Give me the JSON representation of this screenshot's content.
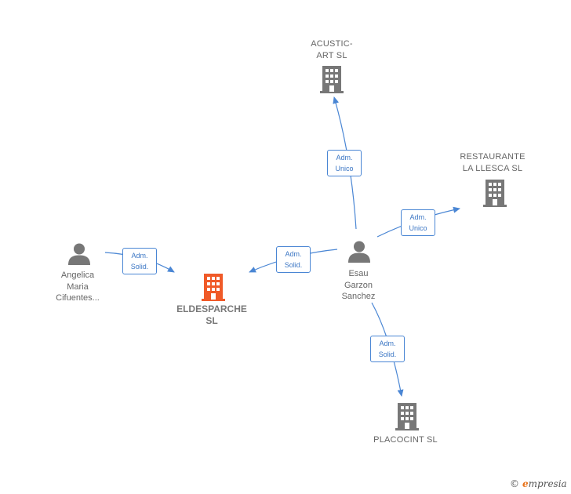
{
  "nodes": {
    "acustic": {
      "label": "ACUSTIC-\nART  SL"
    },
    "restaurante": {
      "label": "RESTAURANTE\nLA LLESCA  SL"
    },
    "angelica": {
      "label": "Angelica\nMaria\nCifuentes..."
    },
    "eldesparche": {
      "label": "ELDESPARCHE\nSL"
    },
    "esau": {
      "label": "Esau\nGarzon\nSanchez"
    },
    "placocint": {
      "label": "PLACOCINT  SL"
    }
  },
  "edges": {
    "esau_acustic": {
      "line1": "Adm.",
      "line2": "Unico"
    },
    "esau_restaurante": {
      "line1": "Adm.",
      "line2": "Unico"
    },
    "angelica_eldesparche": {
      "line1": "Adm.",
      "line2": "Solid."
    },
    "esau_eldesparche": {
      "line1": "Adm.",
      "line2": "Solid."
    },
    "esau_placocint": {
      "line1": "Adm.",
      "line2": "Solid."
    }
  },
  "colors": {
    "edge": "#4a86d4",
    "company_icon": "#777777",
    "focus_company_icon": "#f05a28",
    "person_icon": "#777777"
  },
  "brand": {
    "copyright": "©",
    "initial": "e",
    "rest": "mpresia"
  }
}
